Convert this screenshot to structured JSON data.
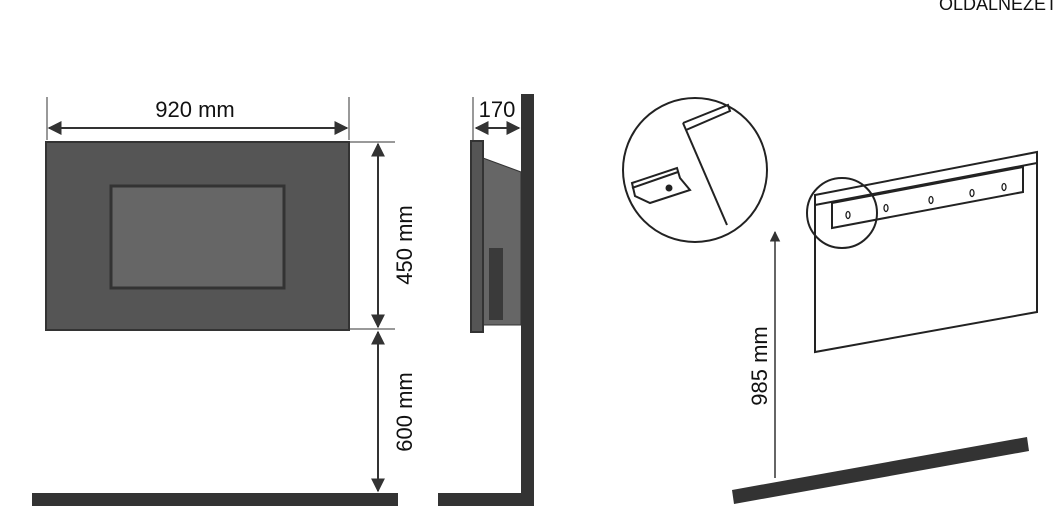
{
  "header": {
    "title": "OLDALNÉZET"
  },
  "front_view": {
    "width_label": "920 mm",
    "height_label": "450 mm",
    "floor_gap_label": "600 mm"
  },
  "side_view": {
    "depth_label": "170"
  },
  "mounting_view": {
    "height_label": "985 mm"
  },
  "colors": {
    "panel": "#555555",
    "screen": "#666666",
    "outline": "#333333",
    "line": "#222222"
  }
}
